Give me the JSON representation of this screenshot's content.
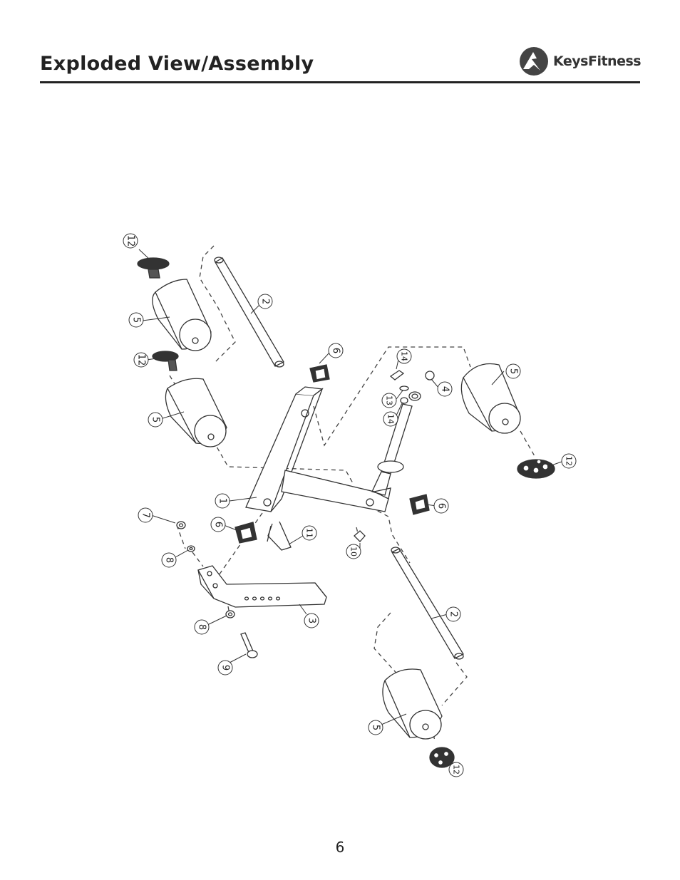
{
  "header": {
    "title": "Exploded View/Assembly",
    "logo_text_a": "Keys",
    "logo_text_b": "Fitness"
  },
  "diagram": {
    "callouts": [
      "12",
      "5",
      "12",
      "5",
      "2",
      "6",
      "14",
      "13",
      "14",
      "4",
      "5",
      "12",
      "1",
      "6",
      "6",
      "7",
      "8",
      "11",
      "10",
      "3",
      "8",
      "9",
      "2",
      "5",
      "12"
    ]
  },
  "footer": {
    "page_number": "6"
  }
}
